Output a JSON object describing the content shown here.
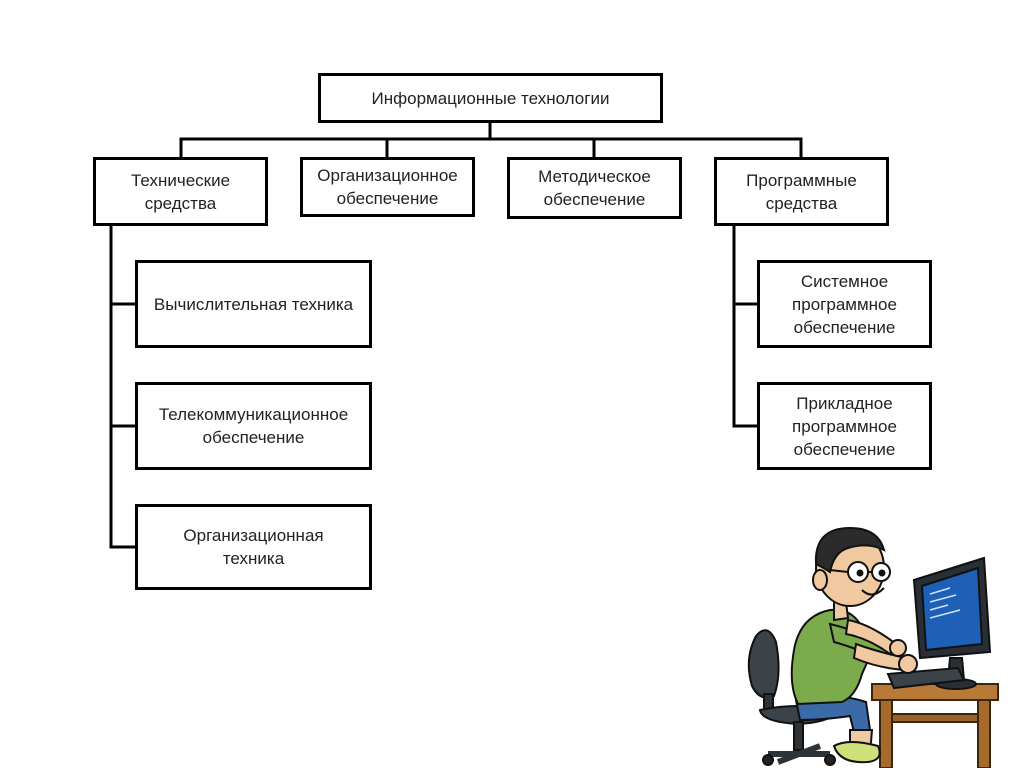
{
  "diagram": {
    "root": {
      "label": "Информационные технологии"
    },
    "categories": [
      {
        "label": "Технические\nсредства"
      },
      {
        "label": "Организационное\nобеспечение"
      },
      {
        "label": "Методическое\nобеспечение"
      },
      {
        "label": "Программные\nсредства"
      }
    ],
    "technical_children": [
      {
        "label": "Вычислительная техника"
      },
      {
        "label": "Телекоммуникационное\nобеспечение"
      },
      {
        "label": "Организационная\nтехника"
      }
    ],
    "software_children": [
      {
        "label": "Системное\nпрограммное\nобеспечение"
      },
      {
        "label": "Прикладное\nпрограммное\nобеспечение"
      }
    ]
  },
  "colors": {
    "box_border": "#000000",
    "connector": "#000000",
    "shirt": "#7cab4c",
    "hair": "#2b2b2b",
    "screen": "#1e5fb8",
    "desk": "#b87a36",
    "skin": "#f0c9a0"
  },
  "icons": [
    "person-at-computer-illustration"
  ]
}
